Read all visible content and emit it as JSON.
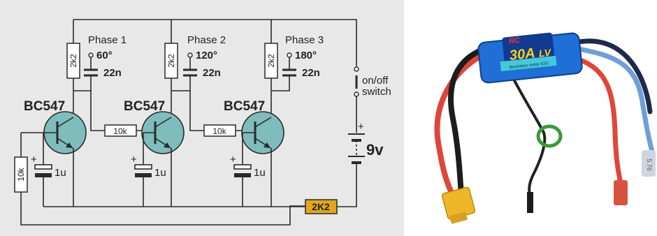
{
  "schematic": {
    "phases": [
      {
        "label": "Phase 1",
        "angle": "60°",
        "cap": "22n"
      },
      {
        "label": "Phase 2",
        "angle": "120°",
        "cap": "22n"
      },
      {
        "label": "Phase 3",
        "angle": "180°",
        "cap": "22n"
      }
    ],
    "transistor_label": "BC547",
    "collector_resistor": "2k2",
    "base_resistor": "10k",
    "bias_resistor": "10k",
    "electrolytic_cap": "1u",
    "switch_line1": "on/off",
    "switch_line2": "switch",
    "battery_label": "9v",
    "battery_plus": "+",
    "cap_plus": "+",
    "output_resistor": "2K2",
    "colors": {
      "background": "#e8e8e8",
      "transistor": "#7fbcbc",
      "output_resistor": "#e0a81a"
    }
  },
  "photo": {
    "brand": "RC",
    "model_main": "30A",
    "model_suffix": "LV",
    "subtitle": "Brushless motor ESC",
    "connector_tag": "5.76"
  }
}
